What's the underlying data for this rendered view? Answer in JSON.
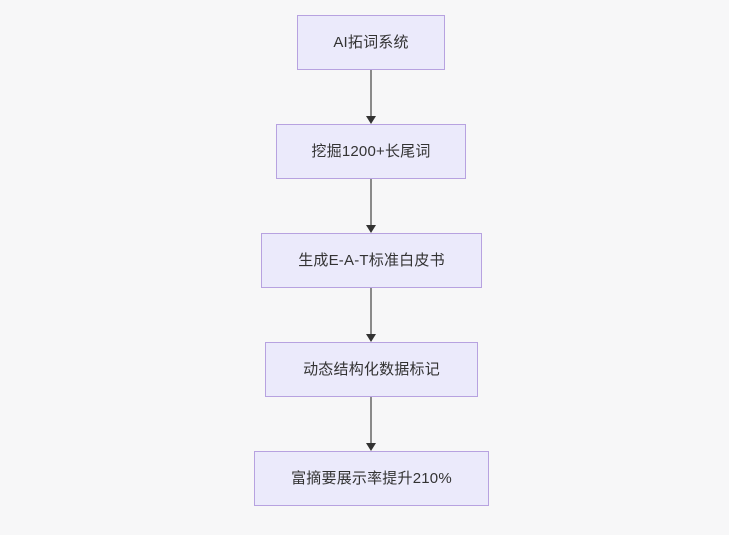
{
  "diagram": {
    "type": "flowchart",
    "direction": "top-to-bottom",
    "background_color": "#f7f7f8",
    "node_fill_color": "#ebeafb",
    "node_border_color": "#b7a2e0",
    "node_text_color": "#333333",
    "edge_line_color": "#8a8a8a",
    "edge_arrow_color": "#333333",
    "nodes": [
      {
        "id": "n1",
        "label": "AI拓词系统"
      },
      {
        "id": "n2",
        "label": "挖掘1200+长尾词"
      },
      {
        "id": "n3",
        "label": "生成E-A-T标准白皮书"
      },
      {
        "id": "n4",
        "label": "动态结构化数据标记"
      },
      {
        "id": "n5",
        "label": "富摘要展示率提升210%"
      }
    ],
    "edges": [
      {
        "id": "e1",
        "from": "n1",
        "to": "n2",
        "label": ""
      },
      {
        "id": "e2",
        "from": "n2",
        "to": "n3",
        "label": ""
      },
      {
        "id": "e3",
        "from": "n3",
        "to": "n4",
        "label": ""
      },
      {
        "id": "e4",
        "from": "n4",
        "to": "n5",
        "label": ""
      }
    ]
  }
}
